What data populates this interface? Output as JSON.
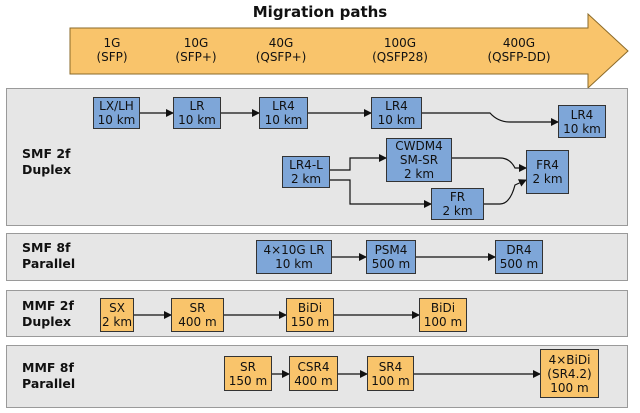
{
  "title": "Migration paths",
  "speeds": [
    {
      "rate": "1G",
      "form": "(SFP)"
    },
    {
      "rate": "10G",
      "form": "(SFP+)"
    },
    {
      "rate": "40G",
      "form": "(QSFP+)"
    },
    {
      "rate": "100G",
      "form": "(QSFP28)"
    },
    {
      "rate": "400G",
      "form": "(QSFP-DD)"
    }
  ],
  "sections": {
    "smf2f": "SMF 2f\nDuplex",
    "smf8f": "SMF 8f\nParallel",
    "mmf2f": "MMF 2f\nDuplex",
    "mmf8f": "MMF 8f\nParallel"
  },
  "nodes": {
    "lxlh": "LX/LH\n10 km",
    "lr10": "LR\n10 km",
    "lr4_40": "LR4\n10 km",
    "lr4_100": "LR4\n10 km",
    "lr4_400": "LR4\n10 km",
    "lr4l": "LR4-L\n2 km",
    "cwdm4": "CWDM4\nSM-SR\n2 km",
    "fr": "FR\n2 km",
    "fr4": "FR4\n2 km",
    "lr4x10": "4×10G LR\n10 km",
    "psm4": "PSM4\n500 m",
    "dr4": "DR4\n500 m",
    "sx": "SX\n2 km",
    "sr_mmf2": "SR\n400 m",
    "bidi150": "BiDi\n150 m",
    "bidi100": "BiDi\n100 m",
    "sr_mmf8": "SR\n150 m",
    "csr4": "CSR4\n400 m",
    "sr4": "SR4\n100 m",
    "bidi4x": "4×BiDi\n(SR4.2)\n100 m"
  },
  "colors": {
    "blue": "#7ea6d8",
    "orange": "#f9c46b",
    "arrow": "#f9c46b",
    "panel": "#e6e6e6"
  }
}
